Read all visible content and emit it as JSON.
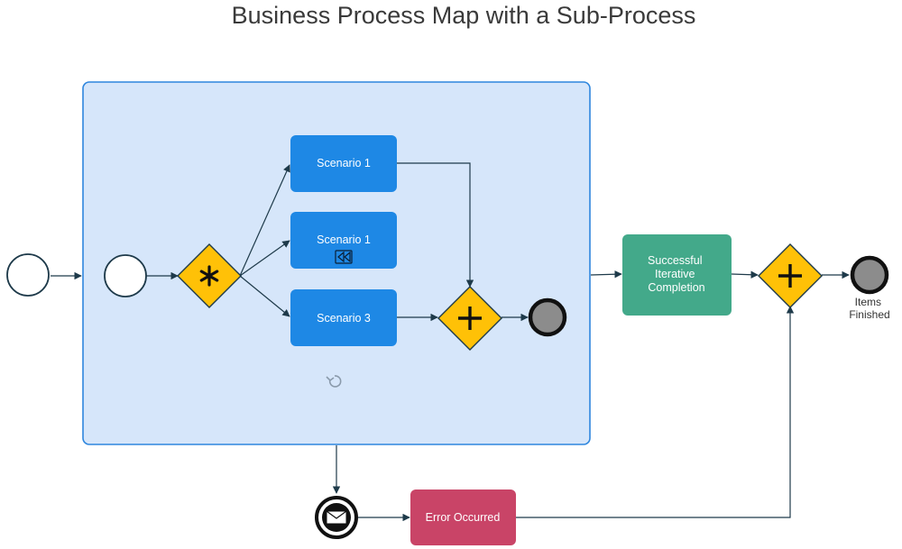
{
  "title": "Business Process Map with a Sub-Process",
  "colors": {
    "subprocess_fill": "#d6e6fa",
    "subprocess_stroke": "#2e86de",
    "task_blue": "#1e88e5",
    "task_green": "#43a98a",
    "task_red": "#c94467",
    "gateway_fill": "#ffc107",
    "end_event_fill": "#8c8c8c",
    "flow_line": "#1e3a4a"
  },
  "nodes": {
    "outer_start": {
      "type": "start-event"
    },
    "inner_start": {
      "type": "start-event"
    },
    "complex_gateway": {
      "type": "gateway",
      "icon": "asterisk-icon"
    },
    "task_scenario_a": {
      "label": "Scenario 1"
    },
    "task_scenario_b": {
      "label": "Scenario 1",
      "marker": "compensation-icon"
    },
    "task_scenario_c": {
      "label": "Scenario 3"
    },
    "inner_parallel_gateway": {
      "type": "gateway",
      "icon": "plus-icon"
    },
    "inner_end": {
      "type": "end-event"
    },
    "loop_marker": {
      "icon": "loop-icon"
    },
    "task_success": {
      "label_lines": [
        "Successful",
        "Iterative",
        "Completion"
      ]
    },
    "outer_parallel_gateway": {
      "type": "gateway",
      "icon": "plus-icon"
    },
    "final_end": {
      "type": "end-event",
      "label_lines": [
        "Items",
        "Finished"
      ]
    },
    "message_event": {
      "type": "intermediate-event",
      "icon": "envelope-icon"
    },
    "task_error": {
      "label": "Error Occurred"
    }
  }
}
